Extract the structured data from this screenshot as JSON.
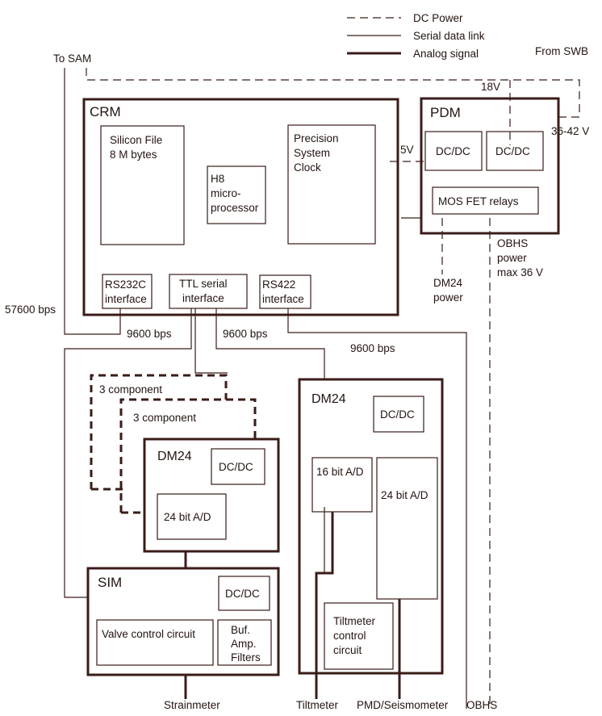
{
  "legend": {
    "dc_power": "DC Power",
    "serial_data_link": "Serial data link",
    "analog_signal": "Analog signal"
  },
  "external": {
    "to_sam": "To SAM",
    "from_swb": "From SWB",
    "v18": "18V",
    "v36_42": "36-42 V",
    "v5": "5V",
    "bps_57600": "57600 bps",
    "bps_9600_a": "9600 bps",
    "bps_9600_b": "9600 bps",
    "bps_9600_c": "9600 bps"
  },
  "crm": {
    "title": "CRM",
    "silicon_file": [
      "Silicon File",
      "8 M bytes"
    ],
    "h8": [
      "H8",
      "micro-",
      "processor"
    ],
    "clock": [
      "Precision",
      "System",
      "Clock"
    ],
    "rs232c": [
      "RS232C",
      "interface"
    ],
    "ttl": [
      "TTL serial",
      "interface"
    ],
    "rs422": [
      "RS422",
      "interface"
    ]
  },
  "pdm": {
    "title": "PDM",
    "dcdc_1": "DC/DC",
    "dcdc_2": "DC/DC",
    "mos_fet": "MOS FET relays",
    "dm24_power": [
      "DM24",
      "power"
    ],
    "obhs_power": [
      "OBHS",
      "power",
      "max 36 V"
    ]
  },
  "dm24_stack": {
    "component_1": "3 component",
    "component_2": "3 component",
    "title": "DM24",
    "dcdc": "DC/DC",
    "ad": "24 bit A/D"
  },
  "dm24_right": {
    "title": "DM24",
    "dcdc": "DC/DC",
    "ad16": "16 bit A/D",
    "ad24": "24 bit A/D",
    "tilt_ctrl": [
      "Tiltmeter",
      "control",
      "circuit"
    ]
  },
  "sim": {
    "title": "SIM",
    "dcdc": "DC/DC",
    "valve": "Valve control circuit",
    "buf": [
      "Buf.",
      "Amp.",
      "Filters"
    ]
  },
  "bottom": {
    "strainmeter": "Strainmeter",
    "tiltmeter": "Tiltmeter",
    "pmd": "PMD/Seismometer",
    "obhs": "OBHS"
  }
}
